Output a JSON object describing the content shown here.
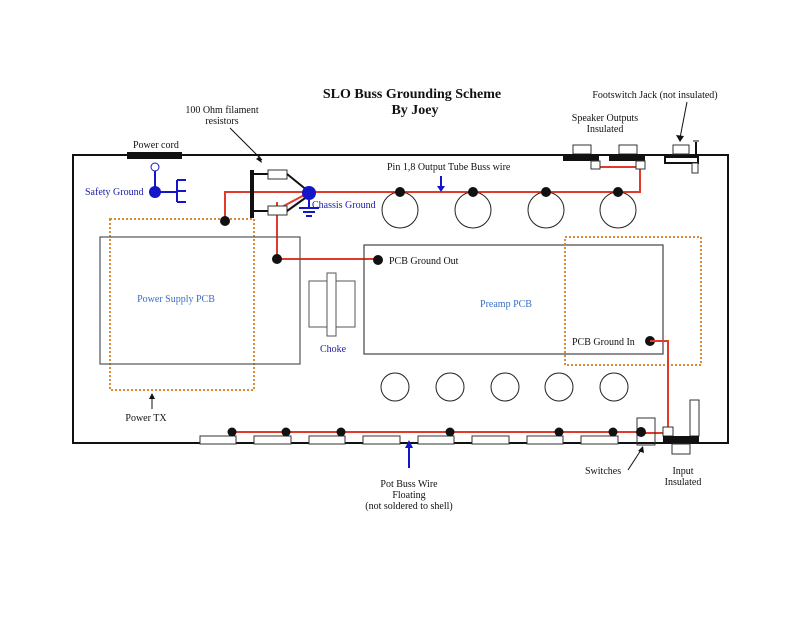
{
  "title": {
    "line1": "SLO Buss Grounding Scheme",
    "line2": "By Joey"
  },
  "labels": {
    "filament_resistors_1": "100 Ohm filament",
    "filament_resistors_2": "resistors",
    "power_cord": "Power cord",
    "safety_ground": "Safety Ground",
    "chassis_ground": "Chassis Ground",
    "output_buss": "Pin 1,8 Output Tube Buss wire",
    "speaker_outputs_1": "Speaker Outputs",
    "speaker_outputs_2": "Insulated",
    "footswitch_jack": "Footswitch Jack (not insulated)",
    "pcb_ground_out": "PCB Ground Out",
    "pcb_ground_in": "PCB Ground In",
    "power_supply_pcb": "Power Supply PCB",
    "preamp_pcb": "Preamp PCB",
    "choke": "Choke",
    "power_tx": "Power TX",
    "pot_buss_1": "Pot Buss Wire",
    "pot_buss_2": "Floating",
    "pot_buss_3": "(not soldered to shell)",
    "switches": "Switches",
    "input_1": "Input",
    "input_2": "Insulated"
  },
  "colors": {
    "wire": "#e03a2a",
    "ground": "#1414c8",
    "label_blue": "#1a1aa8",
    "pcb_label": "#3a6fc4",
    "transformer_outline": "#d98a3a",
    "outline": "#333333"
  },
  "components": {
    "output_tubes": 4,
    "preamp_tubes": 5,
    "pots": 8
  }
}
